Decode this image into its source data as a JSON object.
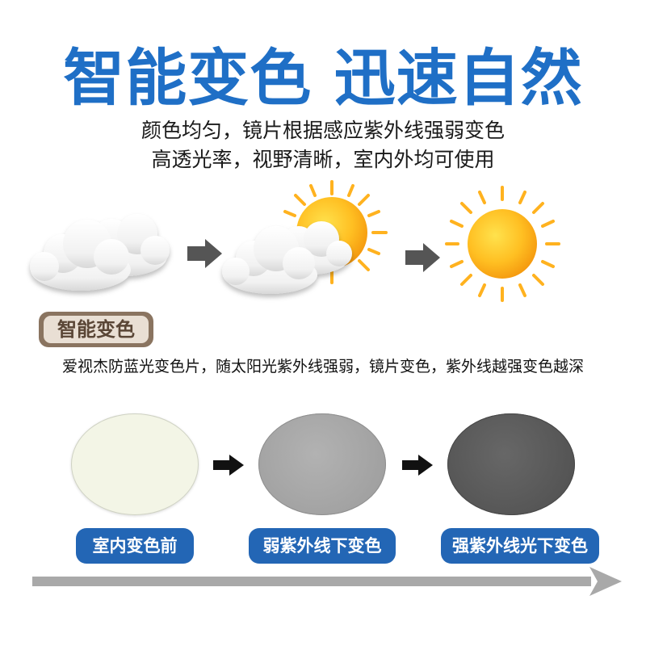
{
  "heading": "智能变色 迅速自然",
  "subtitle_lines": [
    "颜色均匀，镜片根据感应紫外线强弱变色",
    "高透光率，视野清晰，室内外均可使用"
  ],
  "weather_icons": [
    "cloud-icon",
    "sun-behind-cloud-icon",
    "sun-icon"
  ],
  "badge": "智能变色",
  "description": "爱视杰防蓝光变色片，随太阳光紫外线强弱，镜片变色，紫外线越强变色越深",
  "stages": [
    {
      "label": "室内变色前",
      "lens_color": "#f3f5e6"
    },
    {
      "label": "弱紫外线下变色",
      "lens_color": "#a6a6a6"
    },
    {
      "label": "强紫外线光下变色",
      "lens_color": "#5a5a5a"
    }
  ],
  "colors": {
    "title": "#1f6fc6",
    "label_bg": "#2366b5",
    "arrow": "#555555",
    "progress_arrow": "#a9a9a9",
    "sun": "#ffb21f"
  }
}
